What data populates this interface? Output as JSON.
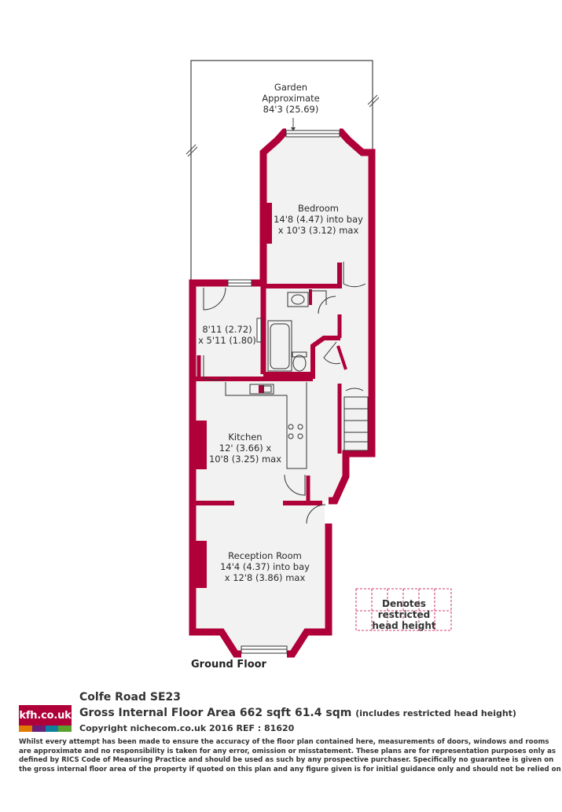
{
  "colors": {
    "wall": "#b0003a",
    "floor": "#f2f2f2",
    "logo_bar_1": "#e07b00",
    "logo_bar_2": "#6a1f7a",
    "logo_bar_3": "#0f7fa0",
    "logo_bar_4": "#5aa02c"
  },
  "rooms": {
    "garden": [
      "Garden",
      "Approximate",
      "84'3 (25.69)"
    ],
    "bedroom": [
      "Bedroom",
      "14'8 (4.47) into bay",
      "x 10'3 (3.12) max"
    ],
    "small_room": [
      "8'11 (2.72)",
      "x 5'11 (1.80)"
    ],
    "kitchen": [
      "Kitchen",
      "12' (3.66) x",
      "10'8 (3.25) max"
    ],
    "reception": [
      "Reception Room",
      "14'4 (4.37) into bay",
      "x 12'8 (3.86) max"
    ]
  },
  "legend": {
    "line1": "Denotes restricted",
    "line2": "head height"
  },
  "floor_name": "Ground Floor",
  "brand": {
    "logo_text": "kfh.co.uk"
  },
  "footer": {
    "address": "Colfe Road  SE23",
    "area_main": "Gross Internal Floor Area 662 sqft 61.4 sqm",
    "area_note": "(includes restricted head height)",
    "copyright": "Copyright nichecom.co.uk 2016 REF : 81620",
    "disclaimer": "Whilst every attempt has been made to ensure the accuracy of the floor plan contained here, measurements of doors, windows and rooms are approximate and no responsibility is taken for any error, omission or misstatement.  These plans are for representation purposes only as defined by RICS Code of Measuring Practice and should be used as such by any prospective purchaser.  Specifically no guarantee is given on the gross internal floor area of the property if quoted on this plan and any figure given is for initial guidance only and should not be relied on as a basis of valuation."
  }
}
